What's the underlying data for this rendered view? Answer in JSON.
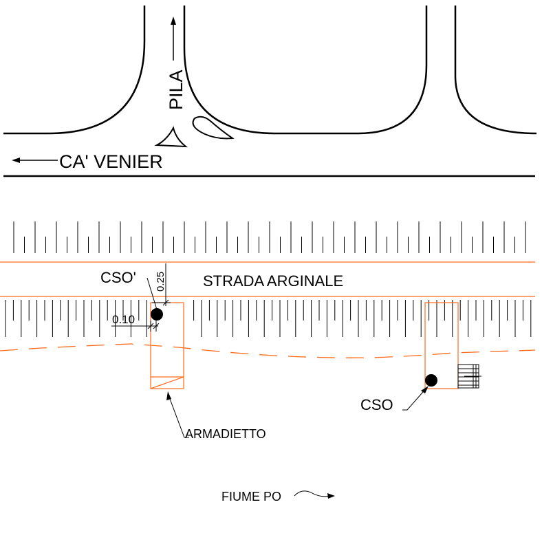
{
  "drawing": {
    "labels": {
      "pila": "PILA",
      "ca_venier": "CA' VENIER",
      "strada_arginale": "STRADA ARGINALE",
      "cso_prime": "CSO'",
      "dim_025": "0.25",
      "dim_010": "0.10",
      "armadietto": "ARMADIETTO",
      "cso": "CSO",
      "fiume_po": "FIUME PO"
    },
    "colors": {
      "line": "#000000",
      "boundary": "#ff6a1a",
      "background": "#ffffff"
    }
  }
}
